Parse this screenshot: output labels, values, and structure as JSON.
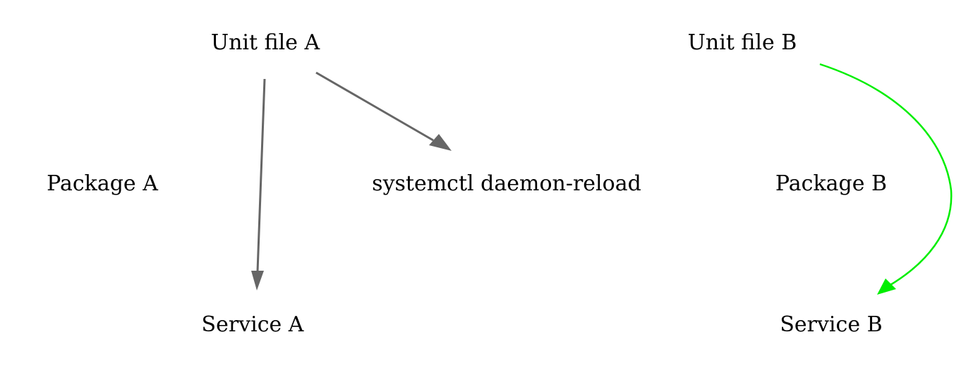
{
  "nodes": {
    "unit_file_a": "Unit file A",
    "unit_file_b": "Unit file B",
    "package_a": "Package A",
    "systemctl_reload": "systemctl daemon-reload",
    "package_b": "Package B",
    "service_a": "Service A",
    "service_b": "Service B"
  },
  "colors": {
    "edge_default": "#666666",
    "edge_highlight": "#00ee00"
  }
}
